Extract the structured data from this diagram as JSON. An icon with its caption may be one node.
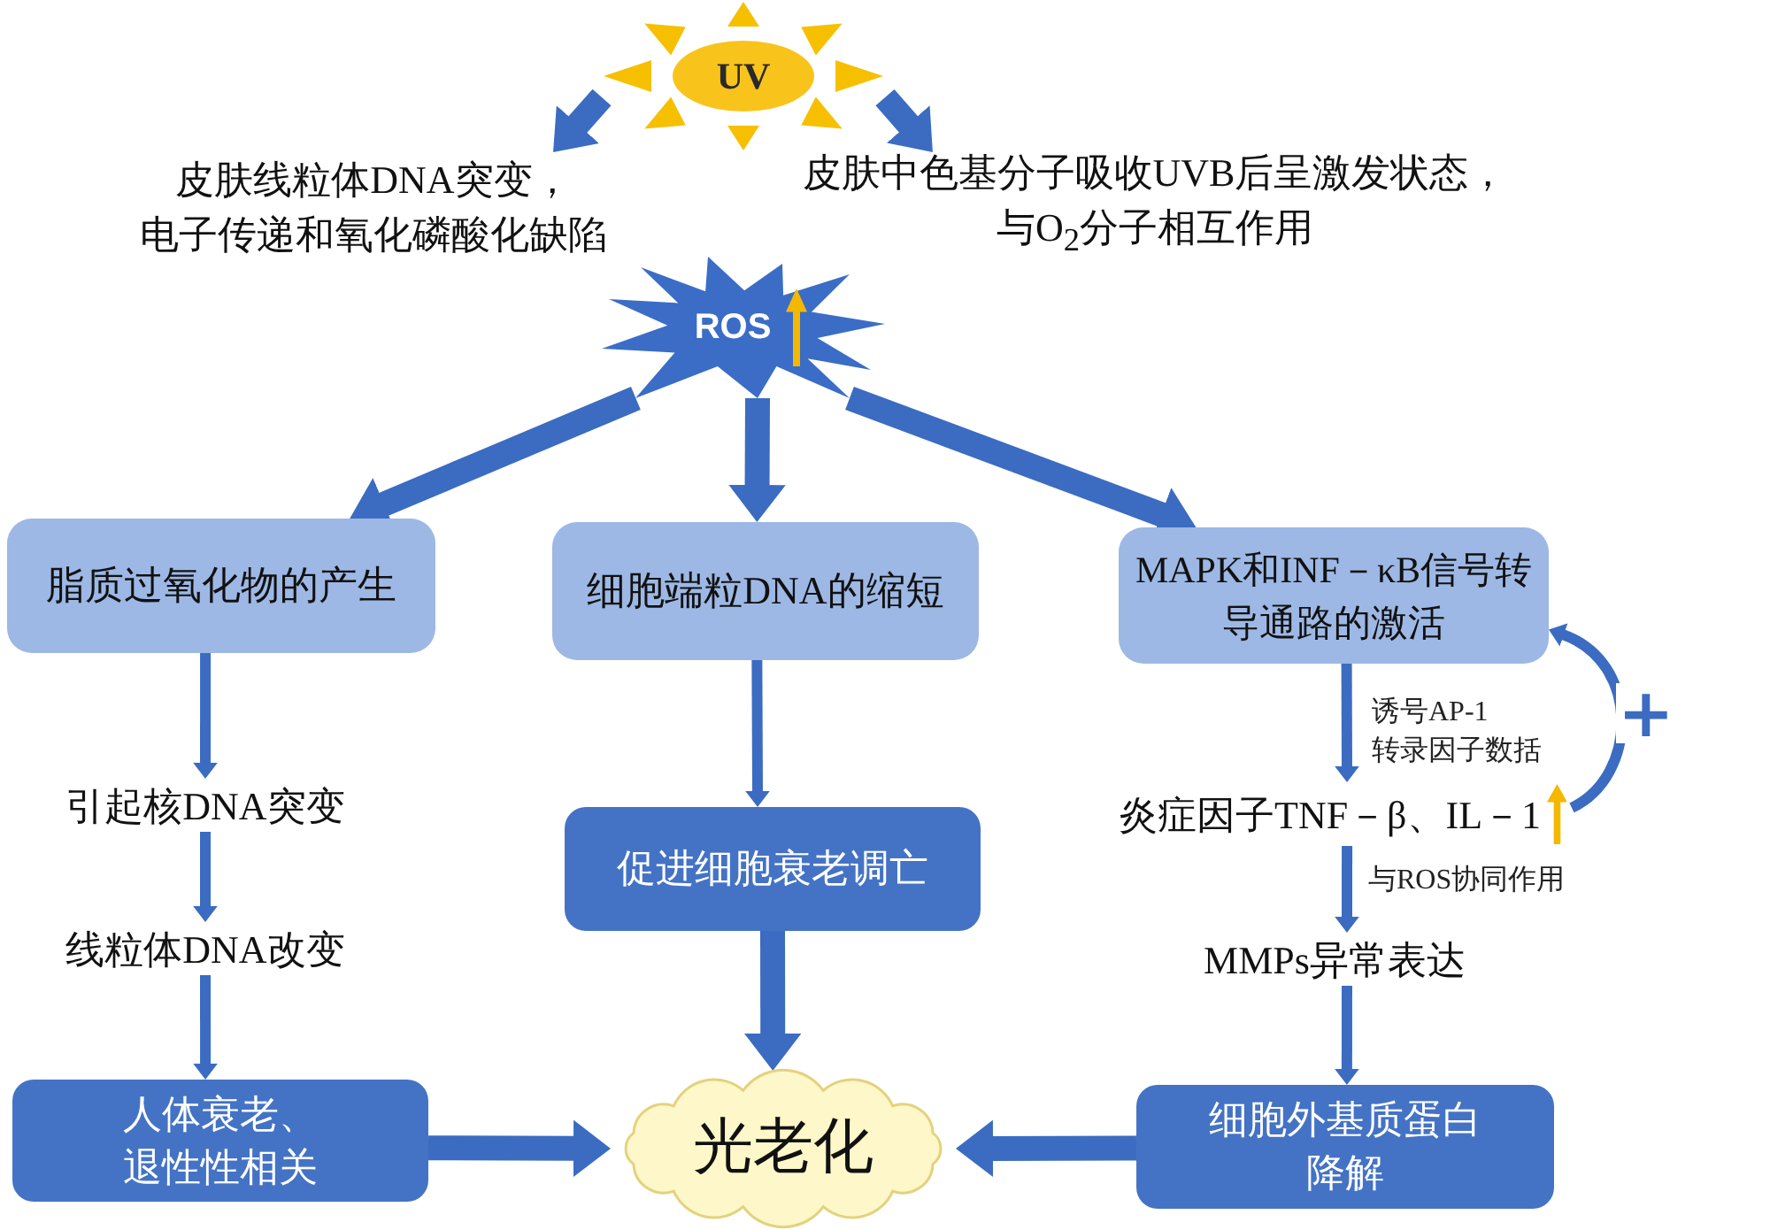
{
  "diagram": {
    "nodes": [
      {
        "text": [
          "UV"
        ]
      },
      {
        "text": [
          "皮肤线粒体DNA突变，电子传递和氧化磷酸化缺陷"
        ]
      },
      {
        "text": [
          "皮肤中色基分子吸收UVB后呈激发状态，与O$_{2}$分子相互作用"
        ]
      },
      {
        "text": [
          "ROS"
        ]
      },
      {
        "text": [
          "脂质过氧化物的产生"
        ]
      },
      {
        "text": [
          "细胞端粒DNA的缩短"
        ]
      },
      {
        "text": [
          "MAPK和INF－κB信号转导通路的激活"
        ]
      },
      {
        "text": [
          "引起核DNA突变"
        ]
      },
      {
        "text": [
          "促进细胞衰老调亡"
        ]
      },
      {
        "text": [
          "炎症因子TNF－β、IL－1"
        ]
      },
      {
        "text": [
          "线粒体DNA改变"
        ]
      },
      {
        "text": [
          "MMPs异常表达"
        ]
      },
      {
        "text": [
          "人体衰老、退性性相关"
        ]
      },
      {
        "text": [
          "光老化"
        ]
      },
      {
        "text": [
          "细胞外基质蛋白降解"
        ]
      }
    ],
    "edges": [
      {
        "from": 0,
        "to": 1,
        "arrow": "to",
        "style": "thick"
      },
      {
        "from": 0,
        "to": 2,
        "arrow": "to",
        "style": "thick"
      },
      {
        "from": 3,
        "to": 4,
        "arrow": "to",
        "style": "thick"
      },
      {
        "from": 3,
        "to": 5,
        "arrow": "to",
        "style": "thick"
      },
      {
        "from": 3,
        "to": 6,
        "arrow": "to",
        "style": "thick"
      },
      {
        "from": 4,
        "to": 7,
        "arrow": "to"
      },
      {
        "from": 7,
        "to": 10,
        "arrow": "to"
      },
      {
        "from": 10,
        "to": 12,
        "arrow": "to"
      },
      {
        "from": 5,
        "to": 8,
        "arrow": "to"
      },
      {
        "from": 8,
        "to": 13,
        "arrow": "to",
        "style": "thick"
      },
      {
        "from": 6,
        "to": 9,
        "arrow": "to",
        "label": "诱号AP-1转录因子数括"
      },
      {
        "from": 9,
        "to": 11,
        "arrow": "to",
        "label": "与ROS协同作用"
      },
      {
        "from": 11,
        "to": 14,
        "arrow": "to"
      },
      {
        "from": 12,
        "to": 13,
        "arrow": "to",
        "style": "thick"
      },
      {
        "from": 14,
        "to": 13,
        "arrow": "to",
        "style": "thick"
      },
      {
        "from": 9,
        "to": 6,
        "arrow": "to",
        "label": "+"
      }
    ]
  }
}
